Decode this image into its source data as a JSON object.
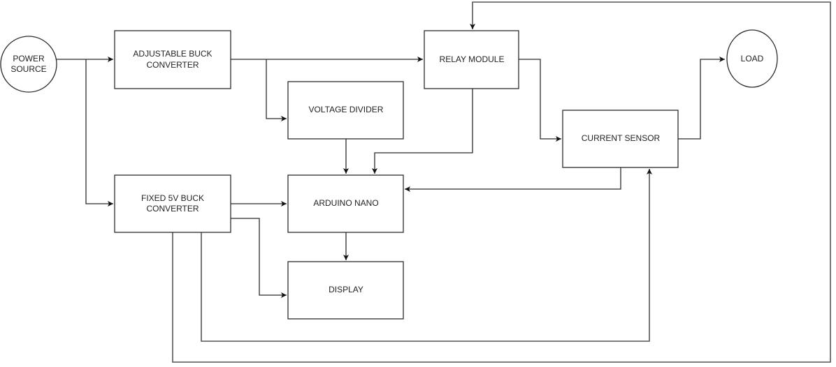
{
  "diagram": {
    "type": "block-diagram",
    "nodes": [
      {
        "id": "power_source",
        "shape": "circle",
        "label": [
          "POWER",
          "SOURCE"
        ]
      },
      {
        "id": "adjustable_buck",
        "shape": "rect",
        "label": [
          "ADJUSTABLE BUCK",
          "CONVERTER"
        ]
      },
      {
        "id": "relay_module",
        "shape": "rect",
        "label": [
          "RELAY MODULE"
        ]
      },
      {
        "id": "load",
        "shape": "circle",
        "label": [
          "LOAD"
        ]
      },
      {
        "id": "voltage_divider",
        "shape": "rect",
        "label": [
          "VOLTAGE DIVIDER"
        ]
      },
      {
        "id": "current_sensor",
        "shape": "rect",
        "label": [
          "CURRENT SENSOR"
        ]
      },
      {
        "id": "fixed_buck",
        "shape": "rect",
        "label": [
          "FIXED 5V BUCK",
          "CONVERTER"
        ]
      },
      {
        "id": "arduino_nano",
        "shape": "rect",
        "label": [
          "ARDUINO NANO"
        ]
      },
      {
        "id": "display",
        "shape": "rect",
        "label": [
          "DISPLAY"
        ]
      }
    ],
    "edges": [
      {
        "from": "power_source",
        "to": "adjustable_buck"
      },
      {
        "from": "power_source",
        "to": "fixed_buck"
      },
      {
        "from": "adjustable_buck",
        "to": "relay_module"
      },
      {
        "from": "adjustable_buck",
        "to": "voltage_divider"
      },
      {
        "from": "voltage_divider",
        "to": "arduino_nano"
      },
      {
        "from": "relay_module",
        "to": "arduino_nano"
      },
      {
        "from": "relay_module",
        "to": "current_sensor"
      },
      {
        "from": "current_sensor",
        "to": "load"
      },
      {
        "from": "current_sensor",
        "to": "arduino_nano"
      },
      {
        "from": "fixed_buck",
        "to": "arduino_nano"
      },
      {
        "from": "fixed_buck",
        "to": "display"
      },
      {
        "from": "arduino_nano",
        "to": "display"
      },
      {
        "from": "fixed_buck",
        "to": "current_sensor"
      },
      {
        "from": "fixed_buck",
        "to": "relay_module"
      }
    ]
  }
}
